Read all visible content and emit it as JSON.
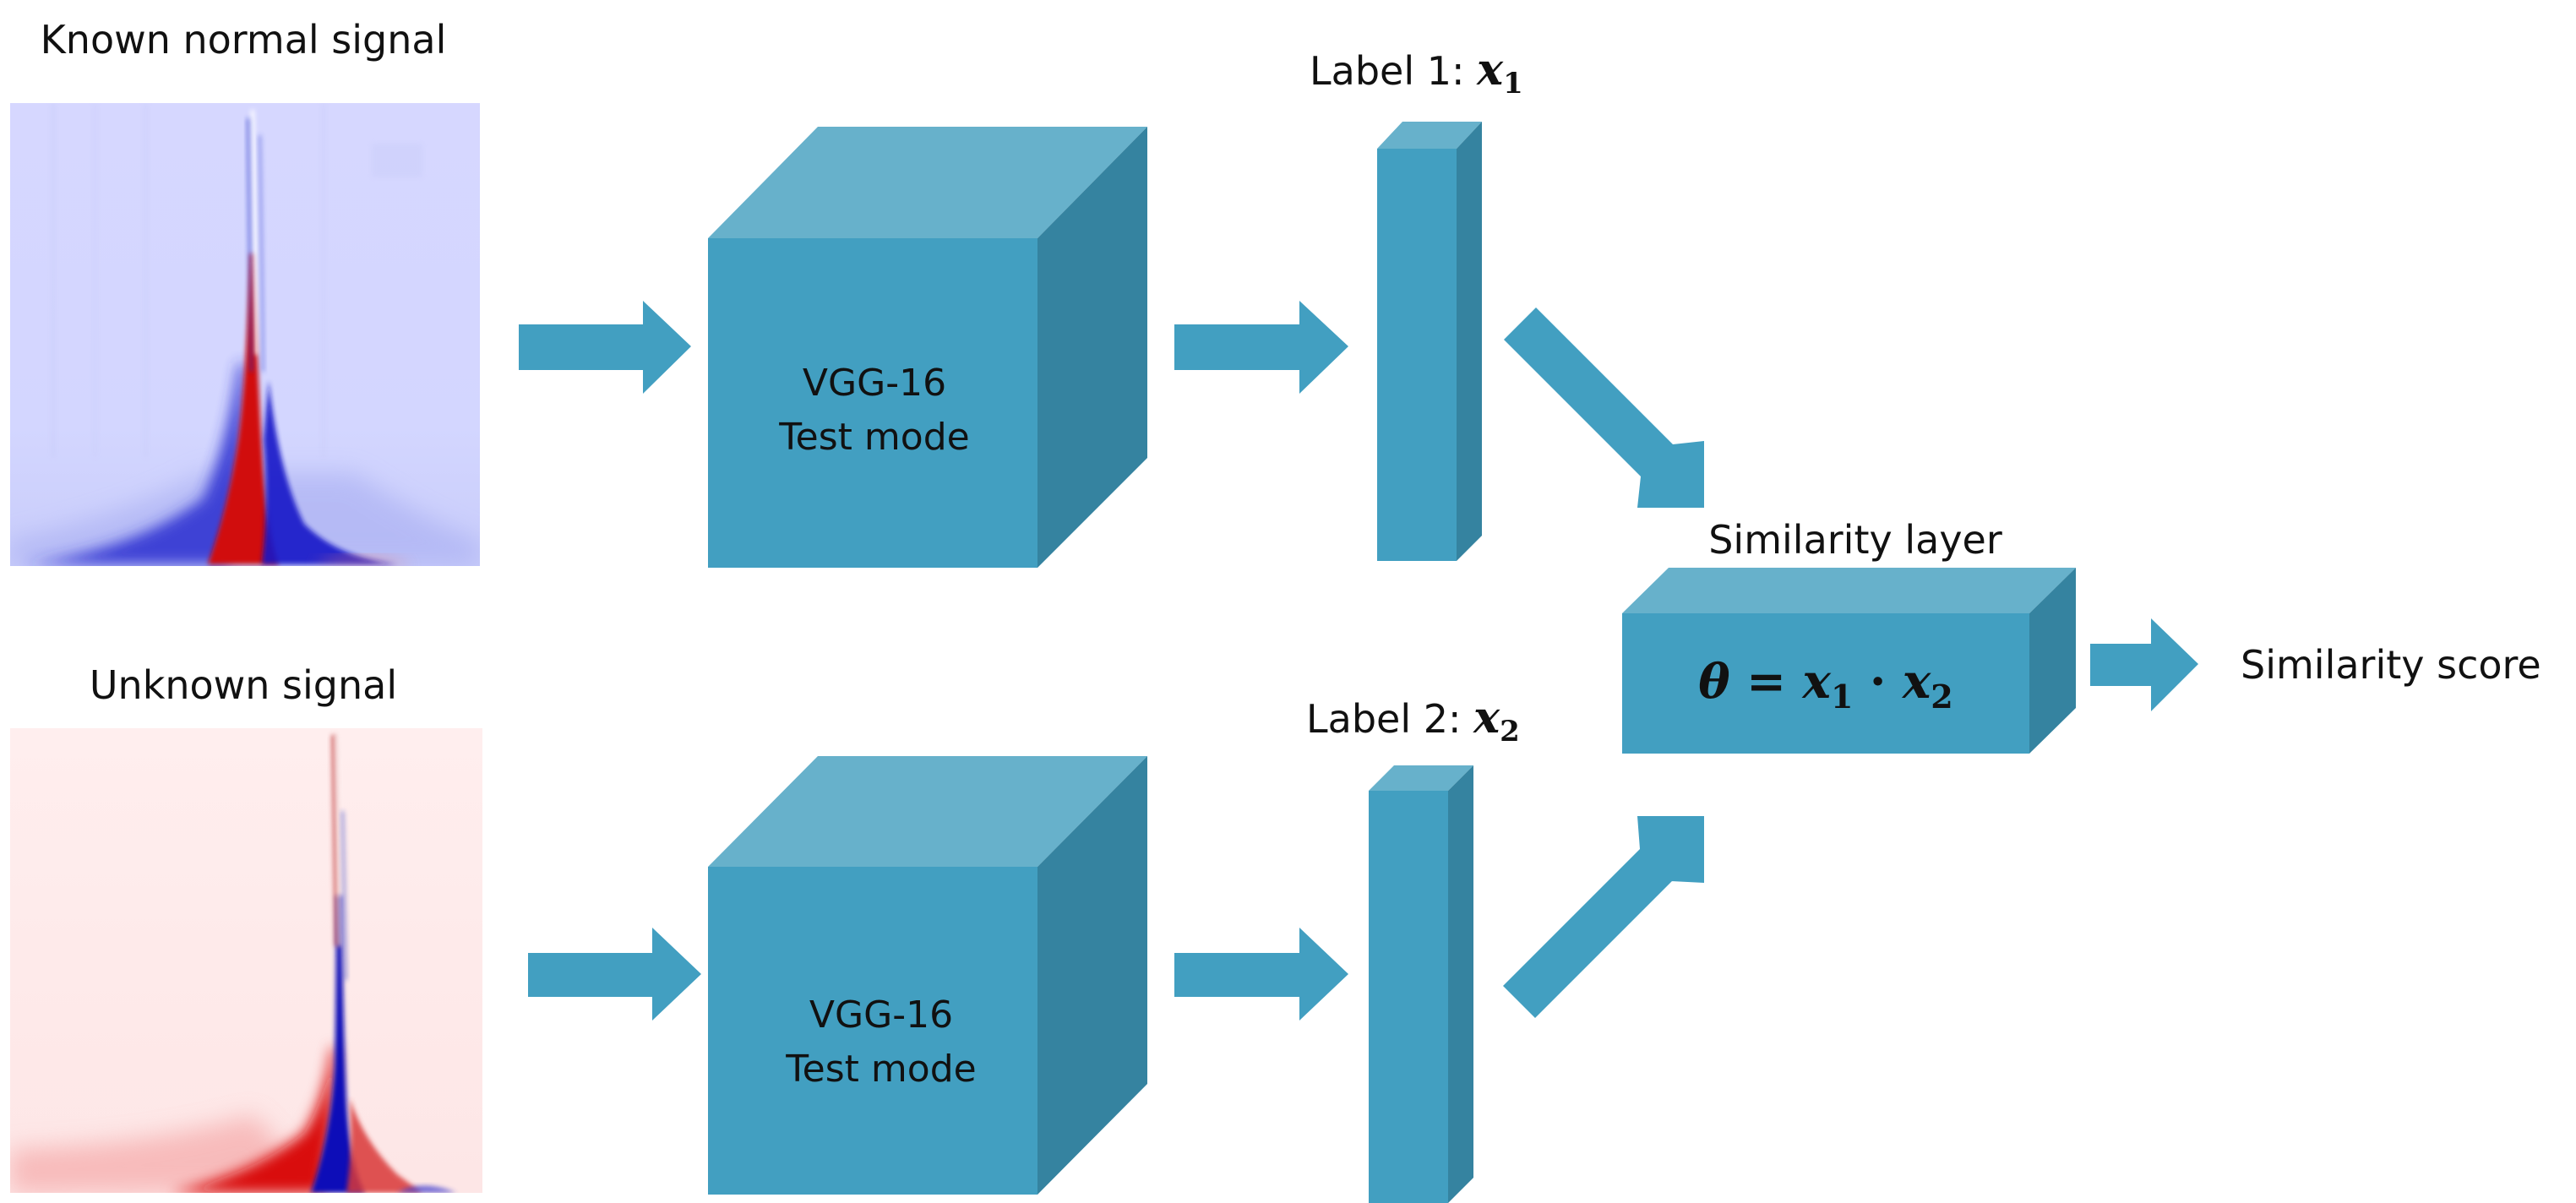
{
  "labels": {
    "known_signal": "Known normal signal",
    "unknown_signal": "Unknown signal",
    "label1_prefix": "Label 1: ",
    "label1_var": "x",
    "label1_sub": "1",
    "label2_prefix": "Label 2: ",
    "label2_var": "x",
    "label2_sub": "2",
    "similarity_layer": "Similarity layer",
    "similarity_score": "Similarity score"
  },
  "vgg_top": {
    "line1": "VGG-16",
    "line2": "Test mode"
  },
  "vgg_bottom": {
    "line1": "VGG-16",
    "line2": "Test mode"
  },
  "formula": {
    "theta": "θ",
    "equals": " = ",
    "x1": "x",
    "x1_sub": "1",
    "dot": " · ",
    "x2": "x",
    "x2_sub": "2"
  },
  "colors": {
    "front": "#429FC1",
    "top": "#67B1CB",
    "side": "#3583A0",
    "arrow": "#429FC1",
    "known_bg": "#D5D7FF",
    "unknown_bg": "#FEEAEA",
    "red": "#D40A0A",
    "blue": "#1010CC"
  }
}
